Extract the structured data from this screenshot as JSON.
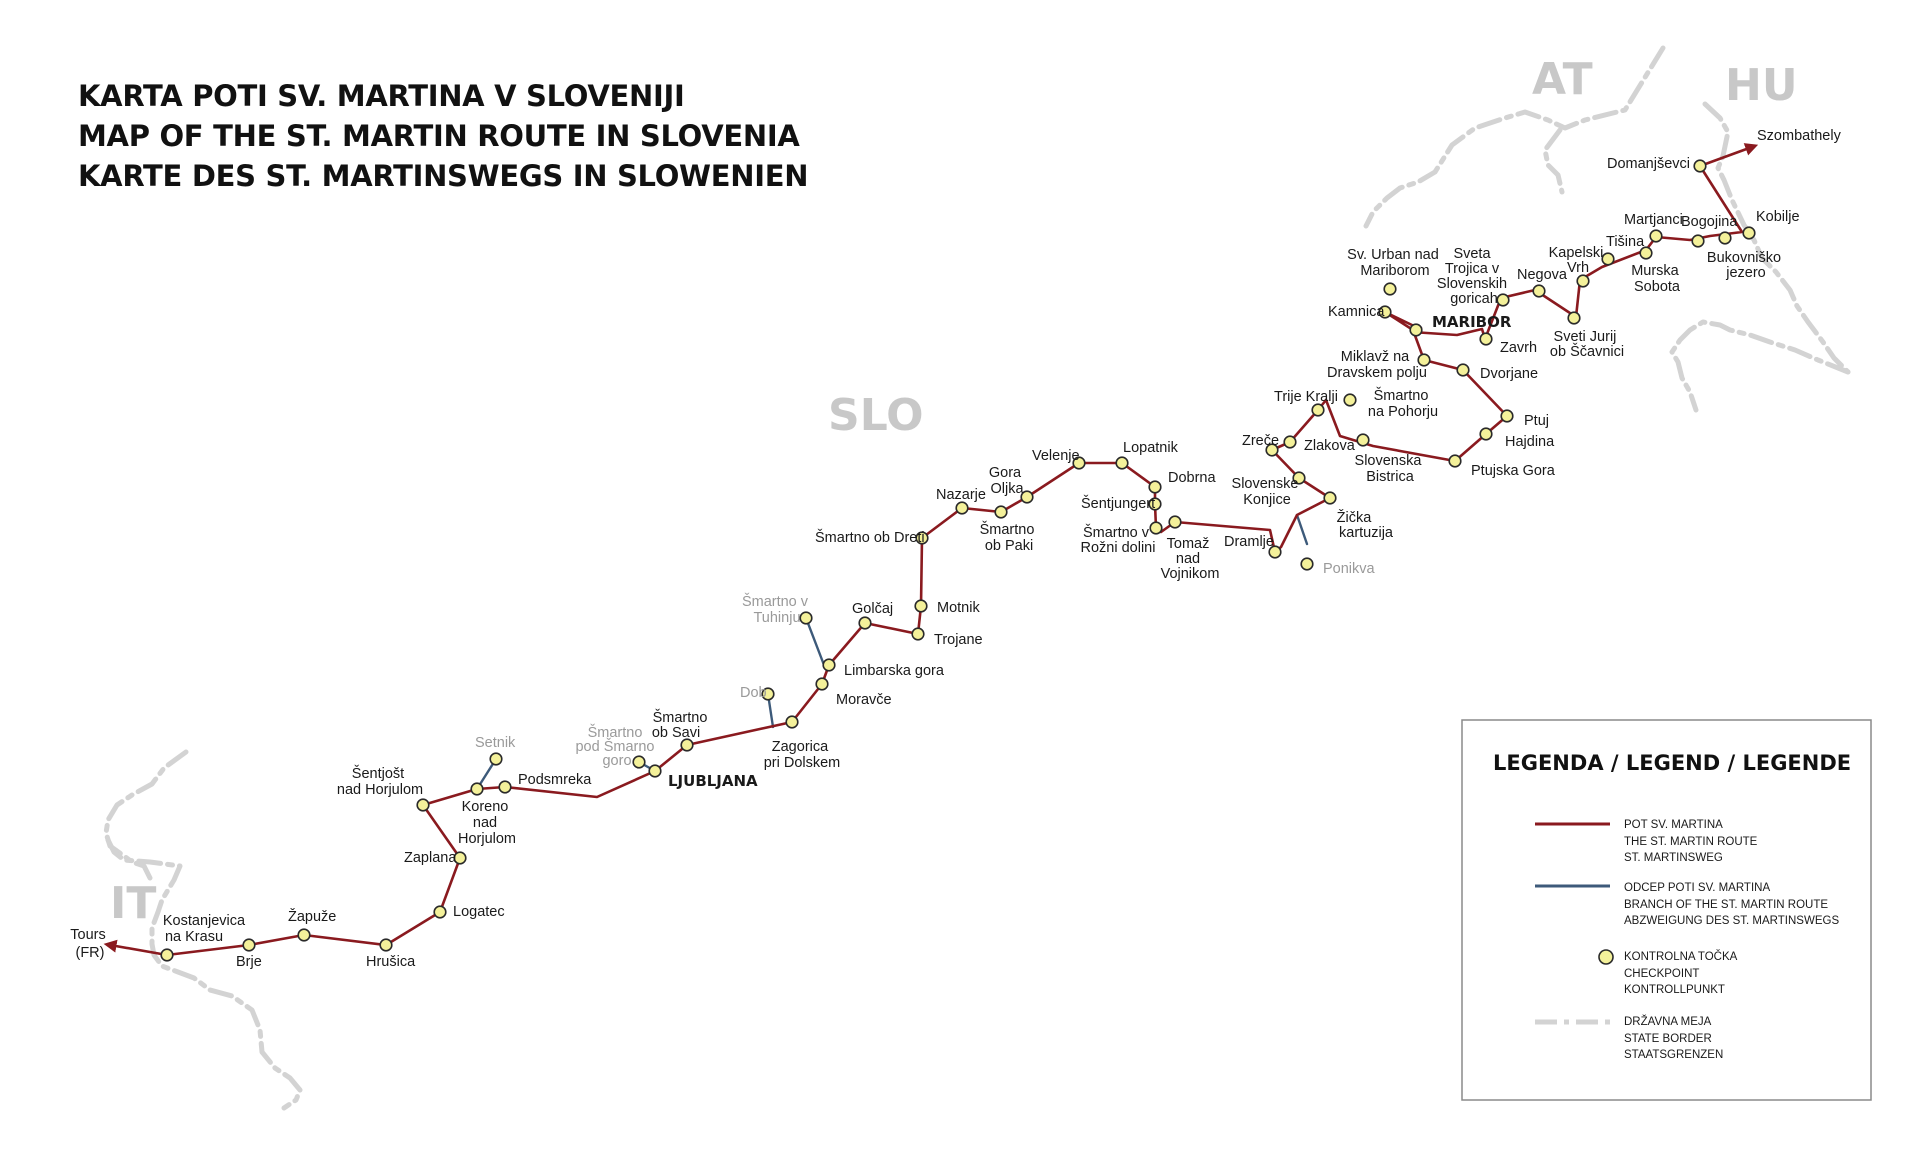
{
  "title": {
    "lines": [
      "KARTA POTI SV. MARTINA V SLOVENIJI",
      "MAP OF THE ST. MARTIN ROUTE IN SLOVENIA",
      "KARTE DES ST. MARTINSWEGS IN SLOWENIEN"
    ]
  },
  "countries": {
    "slovenia": "SLO",
    "austria": "AT",
    "hungary": "HU",
    "italy": "IT"
  },
  "colors": {
    "route": "#8a1a1f",
    "branch": "#3d5a7a",
    "checkpoint": "#f4f19a",
    "border": "#d3d3d3",
    "country_label": "#c8c8c8"
  },
  "places": {
    "tours": [
      "Tours",
      "(FR)"
    ],
    "kostanjevica": [
      "Kostanjevica",
      "na Krasu"
    ],
    "brje": [
      "Brje"
    ],
    "zapuze": [
      "Žapuže"
    ],
    "hrusica": [
      "Hrušica"
    ],
    "logatec": [
      "Logatec"
    ],
    "zaplana": [
      "Zaplana"
    ],
    "sentjost": [
      "Šentjošt",
      "nad Horjulom"
    ],
    "koreno": [
      "Koreno",
      "nad",
      "Horjulom"
    ],
    "setnik": [
      "Setnik"
    ],
    "podsmreka": [
      "Podsmreka"
    ],
    "smartno_smarno": [
      "Šmartno",
      "pod Šmarno",
      "goro"
    ],
    "ljubljana": [
      "LJUBLJANA"
    ],
    "smartno_savi": [
      "Šmartno",
      "ob Savi"
    ],
    "dob": [
      "Dob"
    ],
    "zagorica": [
      "Zagorica",
      "pri Dolskem"
    ],
    "moravce": [
      "Moravče"
    ],
    "limbarska": [
      "Limbarska gora"
    ],
    "smartno_tuhinju": [
      "Šmartno v",
      "Tuhinju"
    ],
    "golcaj": [
      "Golčaj"
    ],
    "trojane": [
      "Trojane"
    ],
    "motnik": [
      "Motnik"
    ],
    "smartno_dreti": [
      "Šmartno ob Dreti"
    ],
    "nazarje": [
      "Nazarje"
    ],
    "smartno_paki": [
      "Šmartno",
      "ob Paki"
    ],
    "gora_oljka": [
      "Gora",
      "Oljka"
    ],
    "velenje": [
      "Velenje"
    ],
    "lopatnik": [
      "Lopatnik"
    ],
    "dobrna": [
      "Dobrna"
    ],
    "sentjungert": [
      "Šentjungert"
    ],
    "smartno_rozni": [
      "Šmartno v",
      "Rožni dolini"
    ],
    "tomaz": [
      "Tomaž",
      "nad",
      "Vojnikom"
    ],
    "dramlje": [
      "Dramlje"
    ],
    "ponikva": [
      "Ponikva"
    ],
    "zicka": [
      "Žička",
      "kartuzija"
    ],
    "slovenske_konjice": [
      "Slovenske",
      "Konjice"
    ],
    "zrece": [
      "Zreče"
    ],
    "zlakova": [
      "Zlakova"
    ],
    "trije_kralji": [
      "Trije Kralji"
    ],
    "smartno_pohorju": [
      "Šmartno",
      "na Pohorju"
    ],
    "slovenska_bistrica": [
      "Slovenska",
      "Bistrica"
    ],
    "ptujska_gora": [
      "Ptujska Gora"
    ],
    "hajdina": [
      "Hajdina"
    ],
    "ptuj": [
      "Ptuj"
    ],
    "dvorjane": [
      "Dvorjane"
    ],
    "miklavz": [
      "Miklavž na",
      "Dravskem polju"
    ],
    "kamnica": [
      "Kamnica"
    ],
    "sv_urban": [
      "Sv. Urban nad",
      "Mariborom"
    ],
    "maribor": [
      "MARIBOR"
    ],
    "zavrh": [
      "Zavrh"
    ],
    "sveta_trojica": [
      "Sveta",
      "Trojica v",
      "Slovenskih",
      "goricah"
    ],
    "negova": [
      "Negova"
    ],
    "sveti_jurij": [
      "Sveti Jurij",
      "ob Ščavnici"
    ],
    "kapelski_vrh": [
      "Kapelski",
      "Vrh"
    ],
    "tisina": [
      "Tišina"
    ],
    "murska_sobota": [
      "Murska",
      "Sobota"
    ],
    "martjanci": [
      "Martjanci"
    ],
    "bogojina": [
      "Bogojina"
    ],
    "bukovnisko": [
      "Bukovniško",
      "jezero"
    ],
    "kobilje": [
      "Kobilje"
    ],
    "domanjsevci": [
      "Domanjševci"
    ],
    "szombathely": [
      "Szombathely"
    ]
  },
  "legend": {
    "title": "LEGENDA / LEGEND / LEGENDE",
    "items": [
      {
        "symbol": "route-line",
        "lines": [
          "POT SV. MARTINA",
          "THE ST. MARTIN ROUTE",
          "ST. MARTINSWEG"
        ]
      },
      {
        "symbol": "branch-line",
        "lines": [
          "ODCEP POTI SV. MARTINA",
          "BRANCH OF THE ST. MARTIN ROUTE",
          "ABZWEIGUNG DES ST. MARTINSWEGS"
        ]
      },
      {
        "symbol": "checkpoint-dot",
        "lines": [
          "KONTROLNA TOČKA",
          "CHECKPOINT",
          "KONTROLLPUNKT"
        ]
      },
      {
        "symbol": "border-line",
        "lines": [
          "DRŽAVNA MEJA",
          "STATE BORDER",
          "STAATSGRENZEN"
        ]
      }
    ]
  }
}
